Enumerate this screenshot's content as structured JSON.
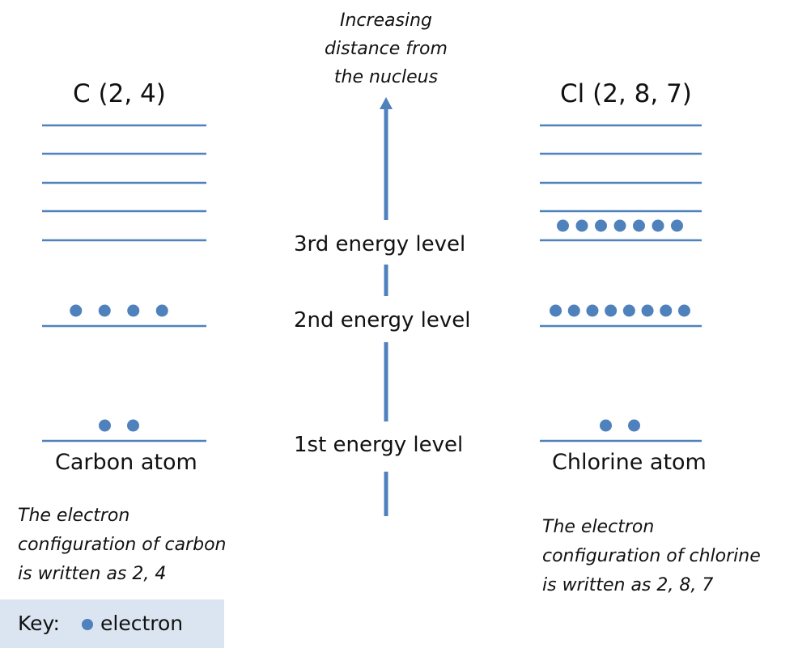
{
  "colors": {
    "line": "#4f81bd",
    "dot": "#4f81bd",
    "key_bg": "#dbe5f1"
  },
  "axis": {
    "caption_lines": [
      "Increasing",
      "distance from",
      "the nucleus"
    ],
    "level_labels": [
      "1st energy level",
      "2nd energy level",
      "3rd energy level"
    ]
  },
  "carbon": {
    "heading": "C (2, 4)",
    "name": "Carbon atom",
    "note_lines": [
      "The electron",
      "configuration of carbon",
      "is written as 2, 4"
    ],
    "electrons": {
      "level1": 2,
      "level2": 4,
      "level3": 0
    }
  },
  "chlorine": {
    "heading": "Cl (2, 8, 7)",
    "name": "Chlorine atom",
    "note_lines": [
      "The electron",
      "configuration of chlorine",
      "is written as 2, 8, 7"
    ],
    "electrons": {
      "level1": 2,
      "level2": 8,
      "level3": 7
    }
  },
  "key": {
    "label": "Key:",
    "item": "electron"
  }
}
